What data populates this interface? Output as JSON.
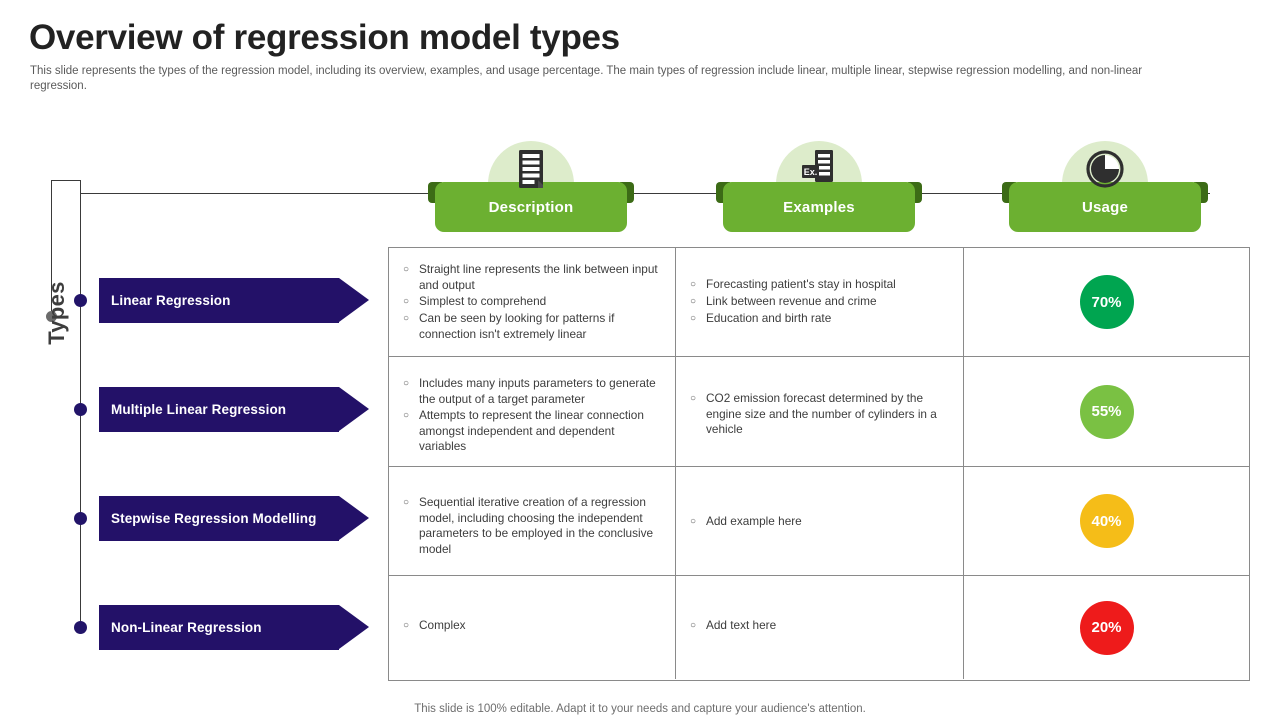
{
  "header": {
    "title": "Overview of regression model types",
    "subtitle": "This slide represents the types of the regression model, including its overview, examples, and usage percentage. The main types of regression include linear, multiple linear, stepwise regression modelling, and non-linear regression."
  },
  "rail": {
    "label": "Types"
  },
  "columns": [
    {
      "label": "Description",
      "icon": "document-lines-icon"
    },
    {
      "label": "Examples",
      "icon": "examples-document-icon"
    },
    {
      "label": "Usage",
      "icon": "pie-chart-icon"
    }
  ],
  "types": [
    {
      "label": "Linear Regression"
    },
    {
      "label": "Multiple Linear Regression"
    },
    {
      "label": "Stepwise Regression Modelling"
    },
    {
      "label": "Non-Linear Regression"
    }
  ],
  "rows": [
    {
      "description": [
        "Straight line represents the link between input and output",
        "Simplest to comprehend",
        "Can be seen by looking for patterns if connection isn't extremely linear"
      ],
      "examples": [
        "Forecasting patient's stay in hospital",
        "Link between revenue and crime",
        "Education and birth rate"
      ],
      "usage": "70%",
      "usage_color": "#00a550"
    },
    {
      "description": [
        "Includes many inputs parameters to generate the output of a target parameter",
        "Attempts to represent the linear connection amongst independent and dependent variables"
      ],
      "examples": [
        "CO2 emission forecast determined by the engine size and the number of cylinders in a vehicle"
      ],
      "usage": "55%",
      "usage_color": "#7ac143"
    },
    {
      "description": [
        "Sequential iterative creation of a regression model, including choosing the independent parameters to be employed in the conclusive model"
      ],
      "examples": [
        "Add example here"
      ],
      "usage": "40%",
      "usage_color": "#f5bd18"
    },
    {
      "description": [
        "Complex"
      ],
      "examples": [
        "Add text here"
      ],
      "usage": "20%",
      "usage_color": "#ee1b1b"
    }
  ],
  "bullet_mark": "○",
  "footer": {
    "note": "This slide is 100% editable. Adapt it to your needs and capture your audience's attention."
  },
  "theme": {
    "navy": "#231168",
    "green": "#6cb031",
    "green_dark": "#3c6b16",
    "green_pale": "#ddeccb"
  }
}
